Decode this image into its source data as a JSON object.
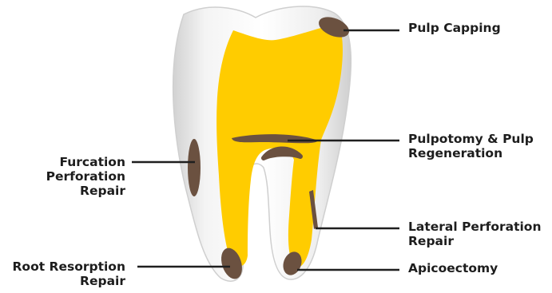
{
  "colors": {
    "enamel": "#e6e6e6",
    "enamel_shadow": "#c9c9c9",
    "pulp": "#ffcc00",
    "lesion": "#6b5140",
    "leader": "#1f1f1f",
    "text": "#1d1d1d"
  },
  "labels": {
    "pulp_capping": [
      "Pulp Capping"
    ],
    "pulpotomy": [
      "Pulpotomy & Pulp",
      "Regeneration"
    ],
    "lateral_perforation": [
      "Lateral Perforation",
      "Repair"
    ],
    "apicoectomy": [
      "Apicoectomy"
    ],
    "furcation": [
      "Furcation",
      "Perforation",
      "Repair"
    ],
    "root_resorption": [
      "Root Resorption",
      "Repair"
    ]
  }
}
